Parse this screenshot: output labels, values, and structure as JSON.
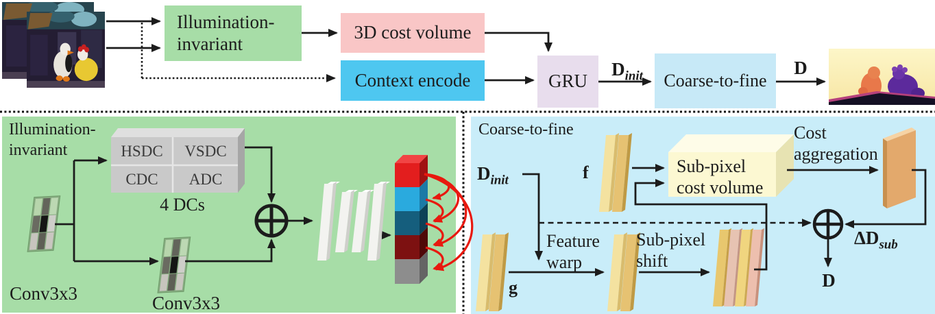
{
  "colors": {
    "box_green": "#a7dda7",
    "box_pink": "#f9c6c6",
    "box_cyan": "#4ec7f0",
    "box_lavender": "#e8dded",
    "box_lightblue": "#c7e9f7",
    "panel_green": "#a7dda7",
    "panel_blue": "#c9edf9",
    "arrow_black": "#1c1c1c",
    "arrow_red": "#e8190f",
    "slab_yellow_light": "#f4e2a0",
    "slab_yellow_dark": "#e6c272",
    "cost_volume_face": "#fcf8d2",
    "agg_slab_orange": "#e3a96c",
    "dc_gray": "#c9c9c9",
    "conv_slab_white": "#f3f3f0",
    "cube_red": "#e31e1e",
    "cube_cyan": "#2aaade",
    "cube_teal": "#155e7d",
    "cube_maroon": "#7d1111",
    "cube_gray": "#8d8d8d"
  },
  "top": {
    "illumination": {
      "line1": "Illumination-",
      "line2": "invariant"
    },
    "cost_volume": "3D cost volume",
    "context": "Context encode",
    "gru": "GRU",
    "d_init": {
      "main": "D",
      "sub": "init"
    },
    "coarse_to_fine": "Coarse-to-fine",
    "d": "D"
  },
  "left_panel": {
    "title": {
      "line1": "Illumination-",
      "line2": "invariant"
    },
    "dc": {
      "hsdc": "HSDC",
      "vsdc": "VSDC",
      "cdc": "CDC",
      "adc": "ADC",
      "caption": "4 DCs"
    },
    "conv1": "Conv3x3",
    "conv2": "Conv3x3"
  },
  "right_panel": {
    "title": "Coarse-to-fine",
    "d_init": {
      "main": "D",
      "sub": "init"
    },
    "f": "f",
    "g": "g",
    "cost_volume": {
      "line1": "Sub-pixel",
      "line2": "cost volume"
    },
    "cost_aggregation": {
      "line1": "Cost",
      "line2": "aggregation"
    },
    "feature_warp": {
      "line1": "Feature",
      "line2": "warp"
    },
    "subpixel_shift": {
      "line1": "Sub-pixel",
      "line2": "shift"
    },
    "delta_d": {
      "main": "ΔD",
      "sub": "sub"
    },
    "d": "D"
  }
}
